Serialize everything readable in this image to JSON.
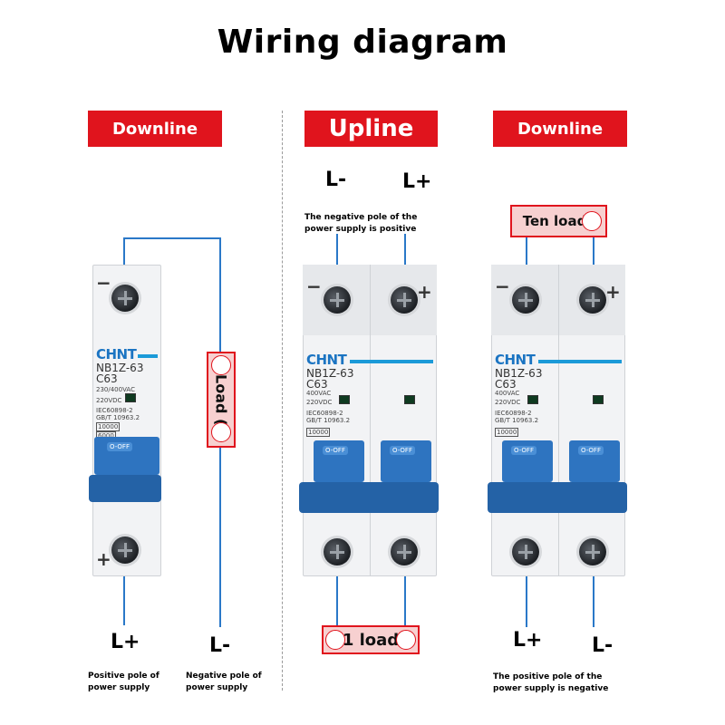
{
  "title": "Wiring diagram",
  "panels": [
    {
      "banner": "Downline",
      "label_bottom_left": "L+",
      "label_bottom_right": "L-",
      "note_left": "Positive pole of power supply",
      "note_right": "Negative pole of power supply",
      "load_label": "Load (",
      "breaker": {
        "brand": "CHNT",
        "model": "NB1Z-63",
        "rating": "C63",
        "voltage": "230/400VAC",
        "dc_voltage": "220VDC",
        "standard1": "IEC60898-2",
        "standard2": "GB/T 10963.2",
        "capacity1": "10000",
        "capacity2": "6000",
        "switch": "O-OFF",
        "top_sign": "−",
        "bottom_sign": "+"
      }
    },
    {
      "banner": "Upline",
      "label_top_left": "L-",
      "label_top_right": "L+",
      "note_top": "The negative pole of the power supply is positive",
      "load_label": "1 load",
      "breaker": {
        "brand": "CHNT",
        "model": "NB1Z-63",
        "rating": "C63",
        "voltage": "400VAC",
        "dc_voltage": "220VDC",
        "standard1": "IEC60898-2",
        "standard2": "GB/T 10963.2",
        "capacity1": "10000",
        "switch": "O-OFF",
        "switch2": "O-OFF",
        "top_sign_left": "−",
        "top_sign_right": "+"
      }
    },
    {
      "banner": "Downline",
      "label_bottom_left": "L+",
      "label_bottom_right": "L-",
      "note_bottom": "The positive pole of the power supply is negative",
      "load_label": "Ten loads",
      "breaker": {
        "brand": "CHNT",
        "model": "NB1Z-63",
        "rating": "C63",
        "voltage": "400VAC",
        "dc_voltage": "220VDC",
        "standard1": "IEC60898-2",
        "standard2": "GB/T 10963.2",
        "capacity1": "10000",
        "switch": "O-OFF",
        "switch2": "O-OFF",
        "top_sign_left": "−",
        "top_sign_right": "+"
      }
    }
  ],
  "colors": {
    "banner": "#e0141d",
    "wire": "#2a78c8",
    "handle": "#2e74c0",
    "brand": "#1b74c2"
  }
}
